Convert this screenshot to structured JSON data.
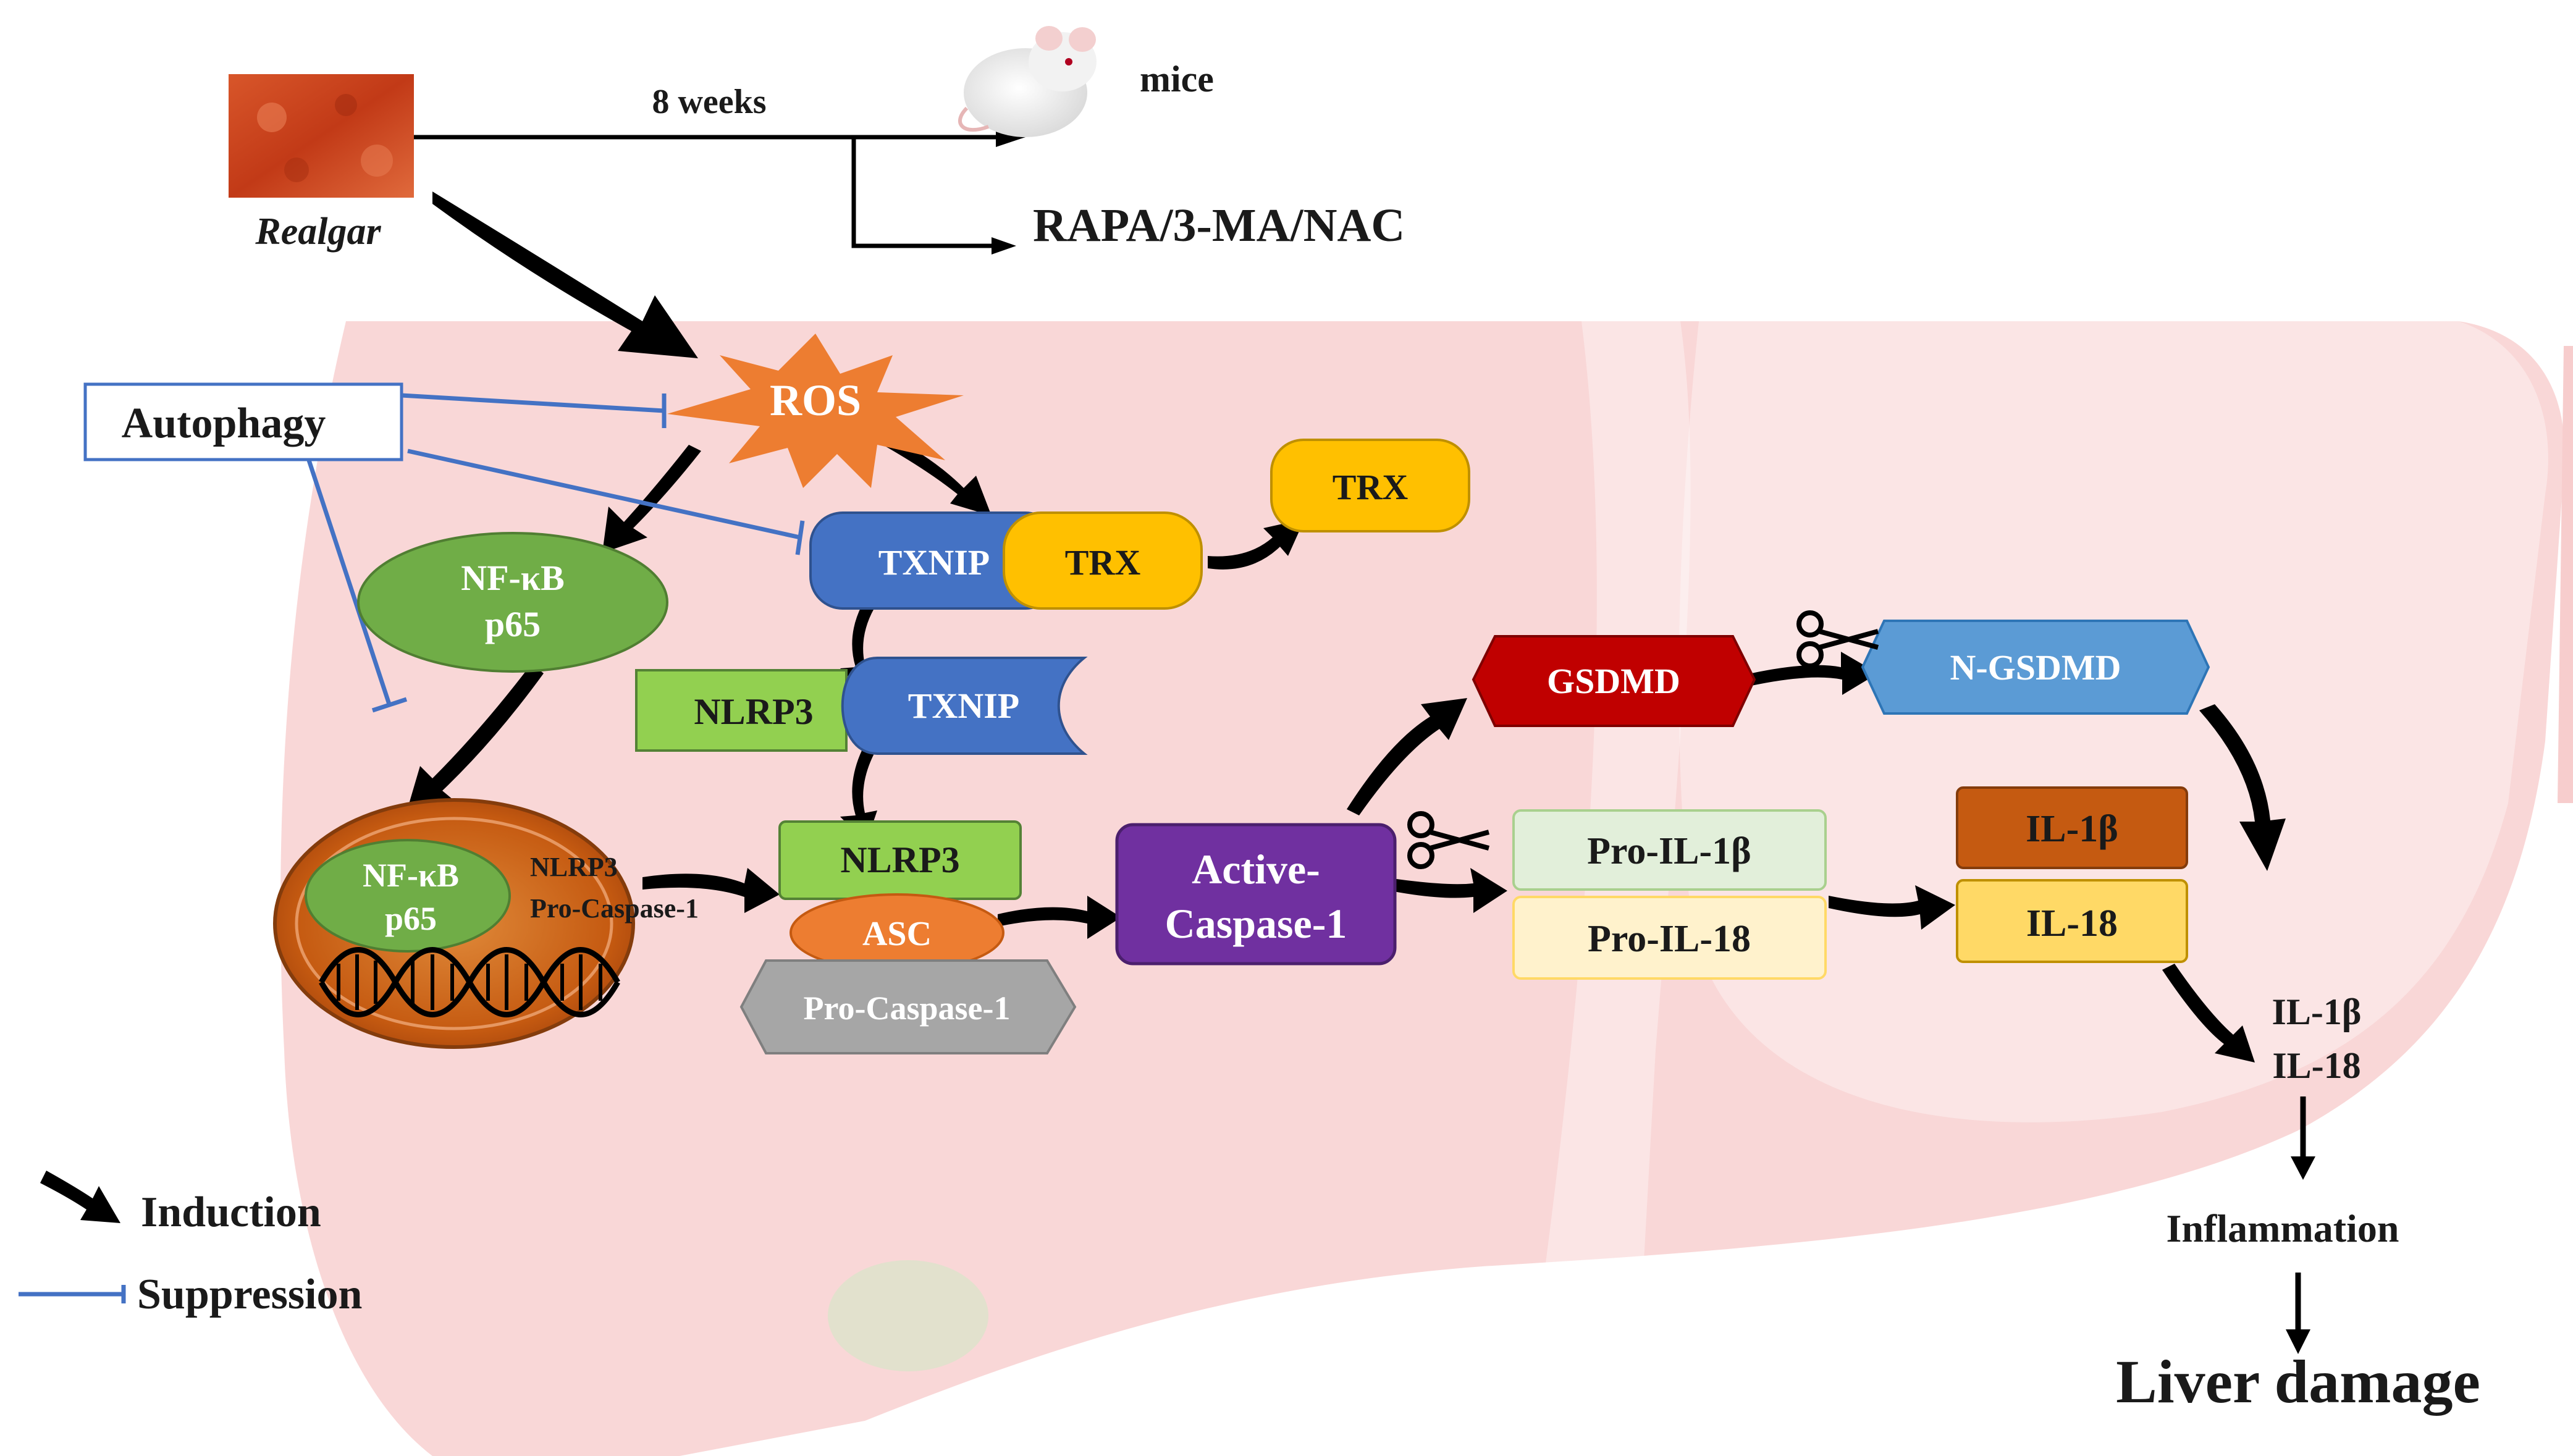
{
  "realgar": {
    "label": "Realgar",
    "image": "realgar-powder-photo"
  },
  "timeline": {
    "duration": "8 weeks",
    "subject": "mice",
    "subject_image": "mouse-photo",
    "treatment": "RAPA/3-MA/NAC"
  },
  "autophagy": {
    "label": "Autophagy"
  },
  "ros": {
    "label": "ROS"
  },
  "nfkb_cytoplasm": {
    "line1": "NF-κB",
    "line2": "p65"
  },
  "txnip_trx": {
    "txnip": "TXNIP",
    "trx": "TRX"
  },
  "trx_free": {
    "label": "TRX"
  },
  "nlrp3_txnip": {
    "nlrp3": "NLRP3",
    "txnip": "TXNIP"
  },
  "nucleus": {
    "nfkb_line1": "NF-κB",
    "nfkb_line2": "p65",
    "gene_line1": "NLRP3",
    "gene_line2": "Pro-Caspase-1"
  },
  "inflammasome": {
    "nlrp3": "NLRP3",
    "asc": "ASC",
    "pro_caspase": "Pro-Caspase-1"
  },
  "active_caspase": {
    "line1": "Active-",
    "line2": "Caspase-1"
  },
  "gsdmd": {
    "label": "GSDMD"
  },
  "n_gsdmd": {
    "label": "N-GSDMD"
  },
  "pro_il1b": {
    "label": "Pro-IL-1β"
  },
  "pro_il18": {
    "label": "Pro-IL-18"
  },
  "il1b": {
    "label": "IL-1β"
  },
  "il18": {
    "label": "IL-18"
  },
  "secreted": {
    "line1": "IL-1β",
    "line2": "IL-18"
  },
  "outcome": {
    "inflammation": "Inflammation",
    "liver_damage": "Liver damage"
  },
  "legend": {
    "induction": "Induction",
    "suppression": "Suppression"
  },
  "icons": {
    "scissors": "scissors-icon",
    "liver": "liver-silhouette"
  },
  "colors": {
    "inhibit": "#4472c4",
    "ros": "#ed7d31",
    "nfkb": "#70ad47",
    "txnip": "#4472c4",
    "trx": "#ffc000",
    "nlrp3": "#92d050",
    "asc": "#ed7d31",
    "pro_caspase": "#a6a6a6",
    "active_caspase": "#7030a0",
    "gsdmd": "#c00000",
    "n_gsdmd": "#5b9bd5",
    "il1b": "#c55a11",
    "il18": "#ffd966",
    "pro_il1b": "#e2efda",
    "pro_il18": "#fff2cc",
    "nucleus": "#c55a11",
    "liver": "#f4c6c6"
  }
}
